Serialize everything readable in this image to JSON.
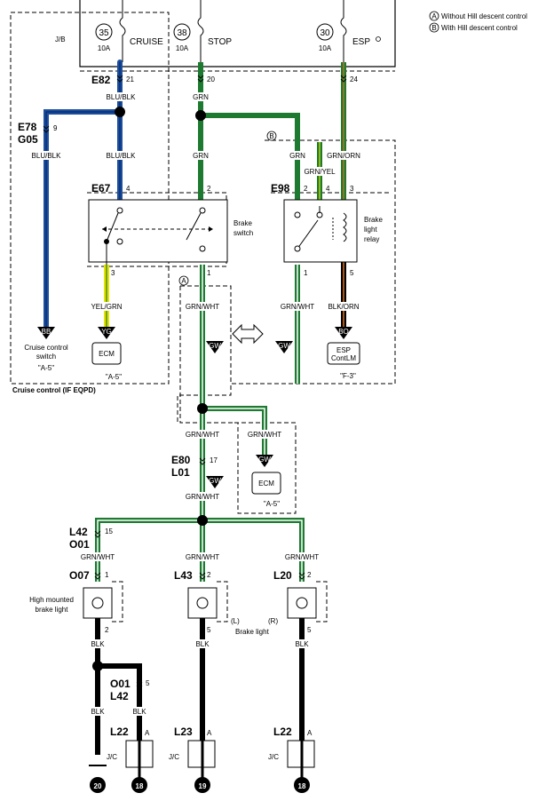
{
  "legend": {
    "a": "Without Hill descent control",
    "b": "With Hill descent control",
    "a_mark": "A",
    "b_mark": "B"
  },
  "fuses": [
    {
      "num": "35",
      "amp": "10A",
      "name": "CRUISE"
    },
    {
      "num": "38",
      "amp": "10A",
      "name": "STOP"
    },
    {
      "num": "30",
      "amp": "10A",
      "name": "ESP"
    }
  ],
  "jb": "J/B",
  "connectors": {
    "e82": "E82",
    "e78": "E78",
    "g05": "G05",
    "e67": "E67",
    "e98": "E98",
    "e80": "E80",
    "l01": "L01",
    "l42": "L42",
    "o01": "O01",
    "o07": "O07",
    "l43": "L43",
    "l20": "L20",
    "o01b": "O01",
    "l42b": "L42",
    "l22a": "L22",
    "l23": "L23",
    "l22b": "L22"
  },
  "pins": {
    "p21": "21",
    "p20": "20",
    "p24": "24",
    "p9": "9",
    "p4": "4",
    "p2": "2",
    "p2b": "2",
    "p4b": "4",
    "p3b": "3",
    "p3": "3",
    "p1": "1",
    "p1b": "1",
    "p5": "5",
    "p17": "17",
    "p15": "15",
    "p1c": "1",
    "p2c": "2",
    "p2d": "2",
    "p2e": "2",
    "p5b": "5",
    "p5c": "5",
    "p5d": "5",
    "pA1": "A",
    "pA2": "A",
    "pA3": "A"
  },
  "wires": {
    "blu_blk_1": "BLU/BLK",
    "blu_blk_2": "BLU/BLK",
    "blu_blk_3": "BLU/BLK",
    "grn_1": "GRN",
    "grn_2": "GRN",
    "grn_3": "GRN",
    "grn_yel": "GRN/YEL",
    "grn_orn": "GRN/ORN",
    "yel_grn": "YEL/GRN",
    "grn_wht_1": "GRN/WHT",
    "grn_wht_2": "GRN/WHT",
    "blk_orn": "BLK/ORN",
    "grn_wht_3": "GRN/WHT",
    "grn_wht_4": "GRN/WHT",
    "grn_wht_5": "GRN/WHT",
    "grn_wht_6": "GRN/WHT",
    "grn_wht_7": "GRN/WHT",
    "grn_wht_8": "GRN/WHT",
    "blk_1": "BLK",
    "blk_2": "BLK",
    "blk_3": "BLK",
    "blk_4": "BLK",
    "blk_5": "BLK"
  },
  "tags": {
    "bb": "BB",
    "yg": "YG",
    "gw1": "GW",
    "gw2": "GW",
    "bo": "BO",
    "gw3": "GW",
    "gw4": "GW"
  },
  "components": {
    "brake_switch_1": "Brake",
    "brake_switch_2": "switch",
    "relay_1": "Brake",
    "relay_2": "light",
    "relay_3": "relay",
    "cruise_switch_1": "Cruise control",
    "cruise_switch_2": "switch",
    "ecm_1": "ECM",
    "ecm_2": "ECM",
    "esp_1": "ESP",
    "esp_2": "ContLM",
    "hmsl_1": "High mounted",
    "hmsl_2": "brake light",
    "brake_light": "Brake light",
    "left": "(L)",
    "right": "(R)",
    "jc1": "J/C",
    "jc2": "J/C",
    "jc3": "J/C",
    "cruise_section": "Cruise control (IF EQPD)"
  },
  "refs": {
    "a5_1": "\"A-5\"",
    "a5_2": "\"A-5\"",
    "f3": "\"F-3\"",
    "a5_3": "\"A-5\""
  },
  "grounds": [
    "20",
    "18",
    "19",
    "18"
  ],
  "section_marks": {
    "a": "A",
    "b": "B"
  },
  "colors": {
    "blue": "#1a4fa0",
    "green": "#1d7a30",
    "yellow": "#e6e200",
    "black": "#000000",
    "orange": "#c05a10"
  }
}
